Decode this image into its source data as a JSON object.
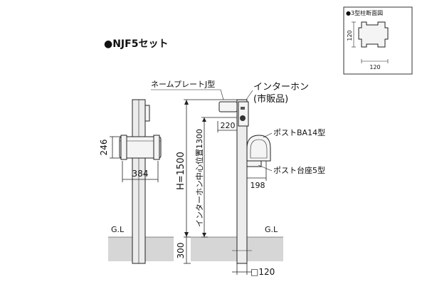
{
  "title": "●NJF5セット",
  "inset": {
    "title": "●3型柱断面図",
    "dim_height": "120",
    "dim_width": "120"
  },
  "labels": {
    "nameplate": "ネームプレートJ型",
    "intercom_line1": "インターホン",
    "intercom_line2": "(市販品)",
    "post": "ポストBA14型",
    "post_base": "ポスト台座5型",
    "gl_left": "G.L",
    "gl_right": "G.L"
  },
  "dimensions": {
    "d246": "246",
    "d384": "384",
    "d220": "220",
    "d198": "198",
    "height": "H=1500",
    "intercom_center": "インターホン中心位置1300",
    "d300": "300",
    "pole_section": "□120"
  }
}
